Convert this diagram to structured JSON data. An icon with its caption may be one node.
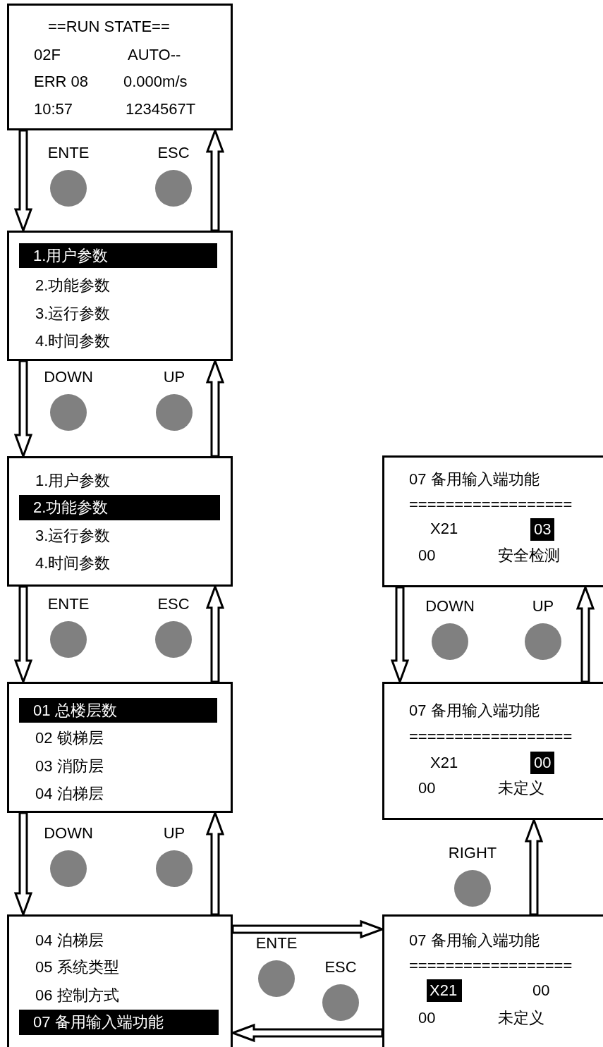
{
  "diagram": {
    "nodes": [
      {
        "text": [
          "==RUN STATE==",
          "02F",
          "AUTO--",
          "ERR 08",
          "0.000m/s",
          "10:57",
          "1234567T"
        ]
      },
      {
        "text": [
          "ENTE"
        ]
      },
      {
        "text": [
          "ESC"
        ]
      },
      {
        "text": [
          "2.功能参数",
          "3.运行参数",
          "4.时间参数"
        ]
      },
      {
        "text": [
          "1.用户参数"
        ],
        "in": 3
      },
      {
        "text": [
          "DOWN"
        ]
      },
      {
        "text": [
          "UP"
        ]
      },
      {
        "text": [
          "1.用户参数",
          "3.运行参数",
          "4.时间参数"
        ]
      },
      {
        "text": [
          "2.功能参数"
        ],
        "in": 7
      },
      {
        "text": [
          "ENTE"
        ]
      },
      {
        "text": [
          "ESC"
        ]
      },
      {
        "text": [
          "02 锁梯层",
          "03 消防层",
          "04 泊梯层"
        ]
      },
      {
        "text": [
          "01 总楼层数"
        ],
        "in": 11
      },
      {
        "text": [
          "DOWN"
        ]
      },
      {
        "text": [
          "UP"
        ]
      },
      {
        "text": [
          "04 泊梯层",
          "05 系统类型",
          "06 控制方式"
        ]
      },
      {
        "text": [
          "07 备用输入端功能"
        ],
        "in": 15
      },
      {
        "text": [
          "ENTE"
        ]
      },
      {
        "text": [
          "ESC"
        ]
      },
      {
        "text": [
          "07 备用输入端功能",
          "==================",
          "X21",
          "00",
          "安全检测"
        ]
      },
      {
        "text": [
          "03"
        ],
        "in": 19
      },
      {
        "text": [
          "DOWN"
        ]
      },
      {
        "text": [
          "UP"
        ]
      },
      {
        "text": [
          "07 备用输入端功能",
          "==================",
          "X21",
          "00",
          "未定义"
        ]
      },
      {
        "text": [
          "00"
        ],
        "in": 23
      },
      {
        "text": [
          "RIGHT"
        ]
      },
      {
        "text": [
          "07 备用输入端功能",
          "==================",
          "00",
          "00",
          "未定义"
        ]
      },
      {
        "text": [
          "X21"
        ],
        "in": 26
      }
    ],
    "edges": [
      {
        "from": 0,
        "to": 3,
        "arrow": "to"
      },
      {
        "from": 3,
        "to": 0,
        "arrow": "to"
      },
      {
        "from": 3,
        "to": 7,
        "arrow": "to"
      },
      {
        "from": 7,
        "to": 3,
        "arrow": "to"
      },
      {
        "from": 7,
        "to": 11,
        "arrow": "to"
      },
      {
        "from": 11,
        "to": 7,
        "arrow": "to"
      },
      {
        "from": 11,
        "to": 15,
        "arrow": "to"
      },
      {
        "from": 15,
        "to": 11,
        "arrow": "to"
      },
      {
        "from": 15,
        "to": 26,
        "arrow": "to"
      },
      {
        "from": 26,
        "to": 15,
        "arrow": "to"
      },
      {
        "from": 26,
        "to": 23,
        "arrow": "to"
      },
      {
        "from": 19,
        "to": 23,
        "arrow": "to"
      },
      {
        "from": 23,
        "to": 19,
        "arrow": "to"
      }
    ]
  }
}
